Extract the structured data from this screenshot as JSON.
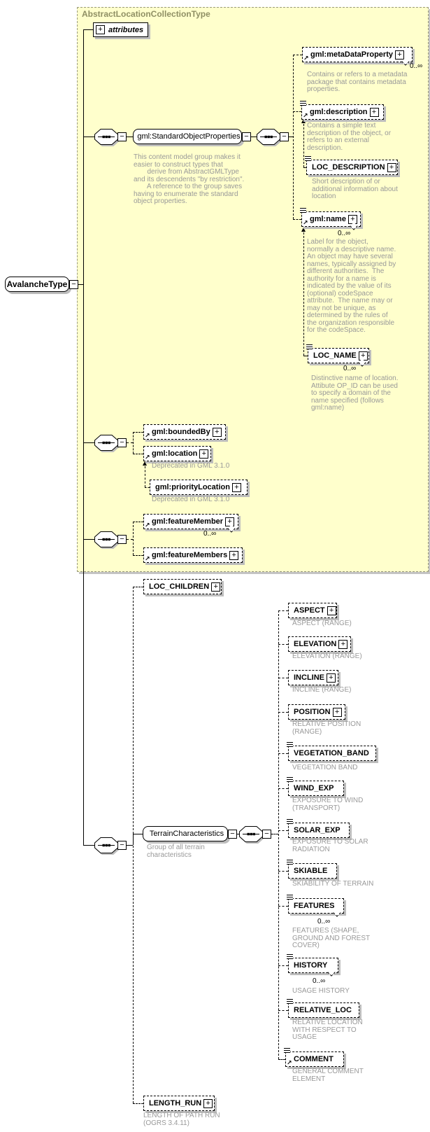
{
  "container": {
    "title": "AbstractLocationCollectionType",
    "fill_color": "#ffffcc"
  },
  "glyphs": {
    "plus": "+",
    "minus": "−",
    "reference_arrow": "↗"
  },
  "colors": {
    "shadow": "#bdbdbd",
    "annotation_text": "#999999",
    "title_text": "#8f8f64",
    "wire": "#000000"
  },
  "root": {
    "label": "AvalancheType"
  },
  "attributes": {
    "label": "attributes"
  },
  "nodes": {
    "standardObjectProperties": {
      "label": "gml:StandardObjectProperties",
      "desc": "This content model group makes it\neasier to construct types that\n       derive from AbstractGMLType\nand its descendents \"by restriction\".\n       A reference to the group saves\nhaving to enumerate the standard\nobject properties."
    },
    "metaDataProperty": {
      "label": "gml:metaDataProperty",
      "occurs": "0..∞",
      "desc": "Contains or refers to a metadata\npackage that contains metadata\nproperties."
    },
    "description": {
      "label": "gml:description",
      "desc": "Contains a simple text\ndescription of the object, or\nrefers to an external\ndescription."
    },
    "locDescription": {
      "label": "LOC_DESCRIPTION",
      "desc": "Short description of or\nadditional information about\nlocation"
    },
    "name": {
      "label": "gml:name",
      "occurs": "0..∞",
      "desc": "Label for the object,\nnormally a descriptive name.\nAn object may have several\nnames, typically assigned by\ndifferent authorities.  The\nauthority for a name is\nindicated by the value of its\n(optional) codeSpace\nattribute.  The name may or\nmay not be unique, as\ndetermined by the rules of\nthe organization responsible\nfor the codeSpace."
    },
    "locName": {
      "label": "LOC_NAME",
      "occurs": "0..∞",
      "desc": "Distinctive name of location.\nAttibute OP_ID can be used\nto specify a domain of the\nname specified (follows\ngml:name)"
    },
    "boundedBy": {
      "label": "gml:boundedBy"
    },
    "location": {
      "label": "gml:location",
      "desc": "Deprecated in GML 3.1.0"
    },
    "priorityLocation": {
      "label": "gml:priorityLocation",
      "desc": "Deprecated in GML 3.1.0"
    },
    "featureMember": {
      "label": "gml:featureMember",
      "occurs": "0..∞"
    },
    "featureMembers": {
      "label": "gml:featureMembers"
    },
    "locChildren": {
      "label": "LOC_CHILDREN"
    },
    "terrainCharacteristics": {
      "label": "TerrainCharacteristics",
      "desc": "Group of all terrain\ncharacteristics"
    },
    "aspect": {
      "label": "ASPECT",
      "desc": "ASPECT (RANGE)"
    },
    "elevation": {
      "label": "ELEVATION",
      "desc": "ELEVATION (RANGE)"
    },
    "incline": {
      "label": "INCLINE",
      "desc": "INCLINE (RANGE)"
    },
    "position": {
      "label": "POSITION",
      "desc": "RELATIVE POSITION\n(RANGE)"
    },
    "vegetationBand": {
      "label": "VEGETATION_BAND",
      "desc": "VEGETATION BAND"
    },
    "windExp": {
      "label": "WIND_EXP",
      "desc": "EXPOSURE TO WIND\n(TRANSPORT)"
    },
    "solarExp": {
      "label": "SOLAR_EXP",
      "desc": "EXPOSURE TO SOLAR\nRADIATION"
    },
    "skiable": {
      "label": "SKIABLE",
      "desc": "SKIABILITY OF TERRAIN"
    },
    "features": {
      "label": "FEATURES",
      "occurs": "0..∞",
      "desc": "FEATURES (SHAPE,\nGROUND AND FOREST\nCOVER)"
    },
    "history": {
      "label": "HISTORY",
      "occurs": "0..∞",
      "desc": "USAGE HISTORY"
    },
    "relativeLoc": {
      "label": "RELATIVE_LOC",
      "desc": "RELATIVE LOCATION\nWITH RESPECT TO\nUSAGE"
    },
    "comment": {
      "label": "COMMENT",
      "desc": "GENERAL COMMENT\nELEMENT"
    },
    "lengthRun": {
      "label": "LENGTH_RUN",
      "desc": "LENGTH OF PATH RUN\n(OGRS 3.4.11)"
    }
  }
}
